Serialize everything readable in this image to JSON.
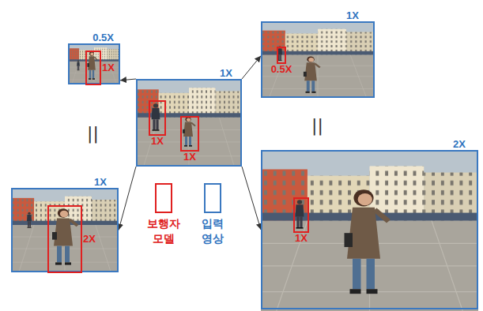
{
  "diagram": {
    "nodes": [
      {
        "text": [
          "0.5X"
        ]
      },
      {
        "text": [
          "1X"
        ],
        "in": 0
      },
      {
        "text": [
          "1X"
        ]
      },
      {
        "text": [
          "0.5X"
        ],
        "in": 2
      },
      {
        "text": [
          "1X"
        ]
      },
      {
        "text": [
          "1X"
        ],
        "in": 4
      },
      {
        "text": [
          "1X"
        ],
        "in": 4
      },
      {
        "text": [
          "1X"
        ]
      },
      {
        "text": [
          "2X"
        ],
        "in": 7
      },
      {
        "text": [
          "2X"
        ]
      },
      {
        "text": [
          "1X"
        ],
        "in": 9
      }
    ],
    "edges": [
      {
        "from": 4,
        "to": 0,
        "arrow": "to"
      },
      {
        "from": 4,
        "to": 2,
        "arrow": "to"
      },
      {
        "from": 4,
        "to": 7,
        "arrow": "to"
      },
      {
        "from": 4,
        "to": 9,
        "arrow": "to"
      }
    ],
    "labels": [
      "||",
      "||"
    ],
    "legend": [
      {
        "text": "보행자 모델"
      },
      {
        "text": "입력 영상"
      }
    ]
  }
}
